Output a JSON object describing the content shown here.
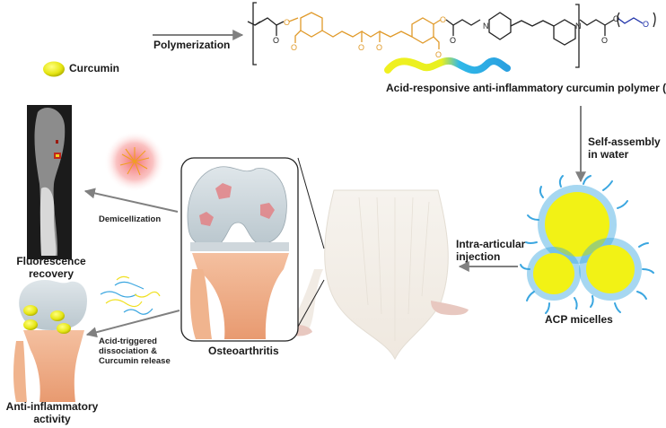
{
  "legend": {
    "curcumin_label": "Curcumin",
    "curcumin_color": "#e8e81a"
  },
  "steps": {
    "polymerization": "Polymerization",
    "self_assembly": [
      "Self-assembly",
      "in water"
    ],
    "injection": [
      "Intra-articular",
      "injection"
    ],
    "demicellization": "Demicellization",
    "acid_release": [
      "Acid-triggered",
      "dissociation &",
      "Curcumin release"
    ]
  },
  "labels": {
    "polymer": "Acid-responsive anti-inflammatory curcumin polymer (ACP)",
    "micelles": "ACP micelles",
    "osteoarthritis": "Osteoarthritis",
    "fluorescence": [
      "Fluorescence",
      "recovery"
    ],
    "anti_inflammatory": [
      "Anti-inflammatory",
      "activity"
    ]
  },
  "chem_atoms": {
    "oxygen": "O",
    "nitrogen": "N"
  },
  "colors": {
    "curcumin_unit": "#e09a2a",
    "linker": "#222222",
    "peg": "#1c2fa8",
    "shell": "#3aa6e0",
    "core": "#f2f215",
    "arrow": "#808080",
    "glow": "#f47a7a"
  }
}
